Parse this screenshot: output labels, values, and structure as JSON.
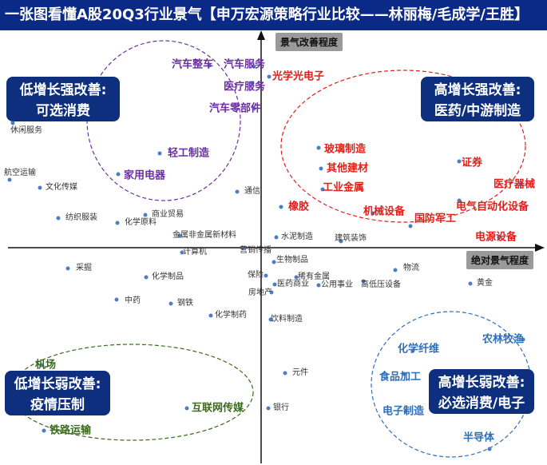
{
  "title": "一张图看懂A股20Q3行业景气【申万宏源策略行业比较——林丽梅/毛成学/王胜】",
  "axes": {
    "y_label": "景气改善程度",
    "x_label": "绝对景气程度"
  },
  "quadrants": [
    {
      "id": "q-tl",
      "line1": "低增长强改善:",
      "line2": "可选消费"
    },
    {
      "id": "q-tr",
      "line1": "高增长强改善:",
      "line2": "医药/中游制造"
    },
    {
      "id": "q-bl",
      "line1": "低增长弱改善:",
      "line2": "疫情压制"
    },
    {
      "id": "q-br",
      "line1": "高增长弱改善:",
      "line2": "必选消费/电子"
    }
  ],
  "colors": {
    "title_bg": "#0b2a87",
    "box_bg": "#0d2f7e",
    "purple": "#6a2fa0",
    "red": "#e0201b",
    "blue": "#2e6fb8",
    "green": "#3a6b1c",
    "gray": "#333333",
    "dot": "#4a7fc7"
  },
  "points": [
    {
      "label": "汽车整车",
      "style": "purple"
    },
    {
      "label": "汽车服务",
      "style": "purple"
    },
    {
      "label": "医疗服务",
      "style": "purple"
    },
    {
      "label": "汽车零部件",
      "style": "purple"
    },
    {
      "label": "轻工制造",
      "style": "purple"
    },
    {
      "label": "家用电器",
      "style": "purple"
    },
    {
      "label": "休闲服务",
      "style": "gray"
    },
    {
      "label": "航空运输",
      "style": "gray"
    },
    {
      "label": "文化传媒",
      "style": "gray"
    },
    {
      "label": "纺织服装",
      "style": "gray"
    },
    {
      "label": "商业贸易",
      "style": "gray"
    },
    {
      "label": "化学原料",
      "style": "gray"
    },
    {
      "label": "通信",
      "style": "gray"
    },
    {
      "label": "光学光电子",
      "style": "red"
    },
    {
      "label": "玻璃制造",
      "style": "red"
    },
    {
      "label": "其他建材",
      "style": "red"
    },
    {
      "label": "工业金属",
      "style": "red"
    },
    {
      "label": "证券",
      "style": "red"
    },
    {
      "label": "医疗器械",
      "style": "red"
    },
    {
      "label": "橡胶",
      "style": "red"
    },
    {
      "label": "机械设备",
      "style": "red"
    },
    {
      "label": "国防军工",
      "style": "red"
    },
    {
      "label": "电气自动化设备",
      "style": "red"
    },
    {
      "label": "电源设备",
      "style": "red"
    },
    {
      "label": "金属非金属新材料",
      "style": "gray"
    },
    {
      "label": "计算机",
      "style": "gray"
    },
    {
      "label": "营销传播",
      "style": "gray"
    },
    {
      "label": "水泥制造",
      "style": "gray"
    },
    {
      "label": "建筑装饰",
      "style": "gray"
    },
    {
      "label": "采掘",
      "style": "gray"
    },
    {
      "label": "化学制品",
      "style": "gray"
    },
    {
      "label": "生物制品",
      "style": "gray"
    },
    {
      "label": "保险",
      "style": "gray"
    },
    {
      "label": "稀有金属",
      "style": "gray"
    },
    {
      "label": "医药商业",
      "style": "gray"
    },
    {
      "label": "公用事业",
      "style": "gray"
    },
    {
      "label": "高低压设备",
      "style": "gray"
    },
    {
      "label": "物流",
      "style": "gray"
    },
    {
      "label": "黄金",
      "style": "gray"
    },
    {
      "label": "中药",
      "style": "gray"
    },
    {
      "label": "钢铁",
      "style": "gray"
    },
    {
      "label": "房地产",
      "style": "gray"
    },
    {
      "label": "化学制药",
      "style": "gray"
    },
    {
      "label": "饮料制造",
      "style": "gray"
    },
    {
      "label": "化学纤维",
      "style": "blue"
    },
    {
      "label": "农林牧渔",
      "style": "blue"
    },
    {
      "label": "食品加工",
      "style": "blue"
    },
    {
      "label": "电子制造",
      "style": "blue"
    },
    {
      "label": "半导体",
      "style": "blue"
    },
    {
      "label": "元件",
      "style": "gray"
    },
    {
      "label": "银行",
      "style": "gray"
    },
    {
      "label": "机场",
      "style": "green"
    },
    {
      "label": "铁路运输",
      "style": "green"
    },
    {
      "label": "互联网传媒",
      "style": "green"
    }
  ]
}
